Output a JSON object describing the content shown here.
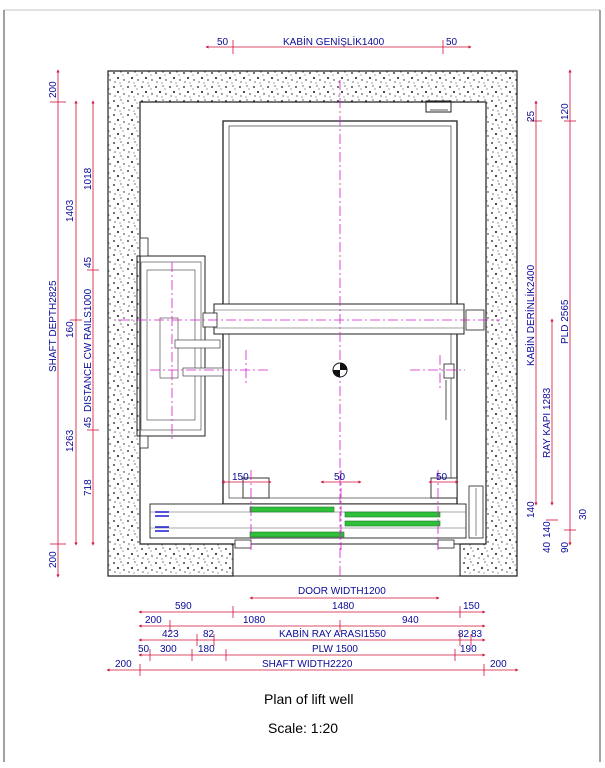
{
  "drawing": {
    "caption_title": "Plan of lift well",
    "caption_scale": "Scale: 1:20"
  },
  "dimensions": {
    "top_cabin_width": "KABİN GENİŞLİK1400",
    "top_left_gap": "50",
    "top_right_gap": "50",
    "shaft_depth": "SHAFT DEPTH2825",
    "left_200_top": "200",
    "left_200_bottom": "200",
    "left_1403": "1403",
    "left_1018": "1018",
    "left_45_top": "45",
    "left_cw_rails": "DISTANCE CW RAILS1000",
    "left_160": "160",
    "left_45_bottom": "45",
    "left_1263": "1263",
    "left_718": "718",
    "right_cabin_depth": "KABİN DERİNLİK2400",
    "right_pld": "PLD 2565",
    "right_ray_kapi": "RAY KAPI 1283",
    "right_25": "25",
    "right_120": "120",
    "right_140a": "140",
    "right_140b": "140",
    "right_30": "30",
    "right_40": "40",
    "right_90": "90",
    "inner_150": "150",
    "inner_50": "50",
    "inner_50b": "50",
    "door_width": "DOOR WIDTH1200",
    "row1_590": "590",
    "row1_1480": "1480",
    "row1_150": "150",
    "row2_200": "200",
    "row2_1080": "1080",
    "row2_940": "940",
    "row3_423": "423",
    "row3_82": "82",
    "row3_cabin_rail": "KABİN RAY ARASI1550",
    "row3_82b": "82",
    "row3_83": "83",
    "row4_50": "50",
    "row4_300": "300",
    "row4_180": "180",
    "row4_plw": "PLW 1500",
    "row4_190": "190",
    "row5_200a": "200",
    "row5_shaft_width": "SHAFT WIDTH2220",
    "row5_200b": "200"
  },
  "colors": {
    "dimension_line": "#d0103a",
    "dimension_text": "#0a0a9a",
    "axis_line": "#d020c8",
    "door_panel": "#2fbf3a",
    "wall_fill": "#ffffff",
    "outline": "#222222"
  }
}
